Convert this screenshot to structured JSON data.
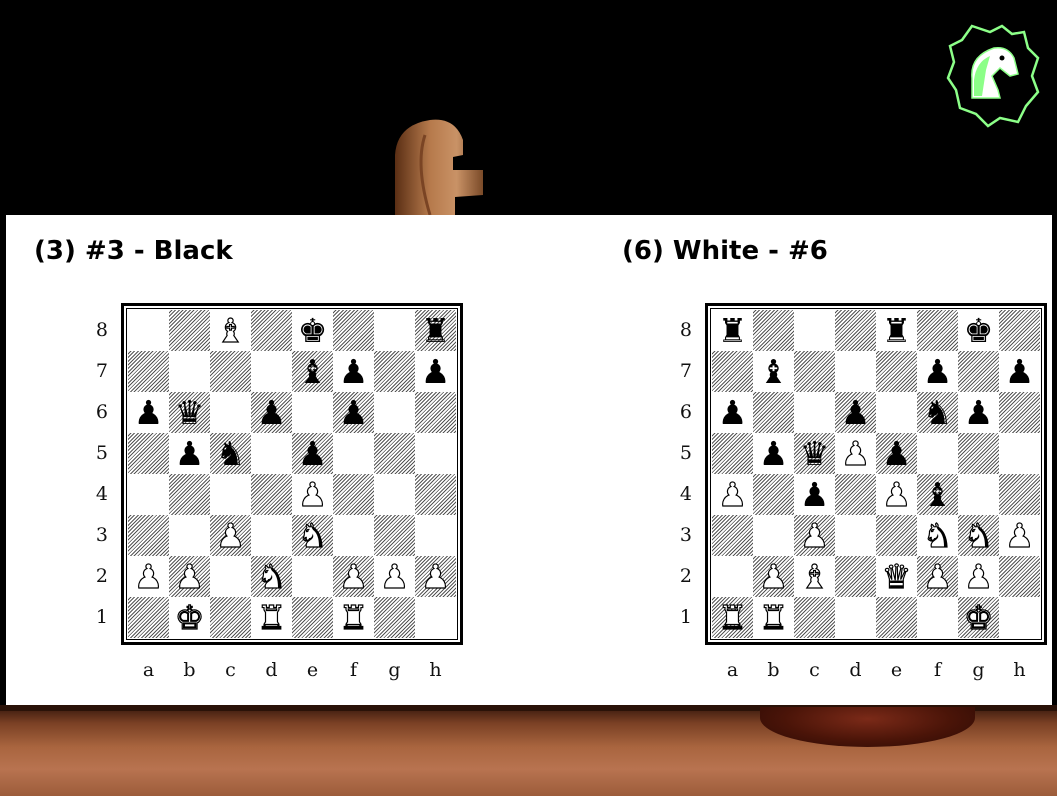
{
  "slide": {
    "left_title": "(3) #3 - Black",
    "right_title": "(6) White - #6"
  },
  "files": [
    "a",
    "b",
    "c",
    "d",
    "e",
    "f",
    "g",
    "h"
  ],
  "ranks": [
    "8",
    "7",
    "6",
    "5",
    "4",
    "3",
    "2",
    "1"
  ],
  "colors": {
    "panel": "#ffffff",
    "logo_green": "#7dff7a",
    "wood": "#a9653f"
  },
  "boards": [
    {
      "id": "left",
      "pieces": {
        "c8": "wB",
        "e8": "bK",
        "h8": "bR",
        "e7": "bB",
        "f7": "bP",
        "h7": "bP",
        "a6": "bP",
        "b6": "bQ",
        "d6": "bP",
        "f6": "bP",
        "b5": "bP",
        "c5": "bN",
        "e5": "bP",
        "e4": "wP",
        "c3": "wP",
        "e3": "wN",
        "a2": "wP",
        "b2": "wP",
        "d2": "wN",
        "f2": "wP",
        "g2": "wP",
        "h2": "wP",
        "b1": "wK",
        "d1": "wR",
        "f1": "wR"
      }
    },
    {
      "id": "right",
      "pieces": {
        "a8": "bR",
        "e8": "bR",
        "g8": "bK",
        "b7": "bB",
        "f7": "bP",
        "h7": "bP",
        "a6": "bP",
        "d6": "bP",
        "f6": "bN",
        "g6": "bP",
        "b5": "bP",
        "c5": "bQ",
        "d5": "wP",
        "e5": "bP",
        "a4": "wP",
        "c4": "bP",
        "e4": "wP",
        "f4": "bB",
        "c3": "wP",
        "f3": "wN",
        "g3": "wN",
        "h3": "wP",
        "b2": "wP",
        "c2": "wB",
        "e2": "wQ",
        "f2": "wP",
        "g2": "wP",
        "a1": "wR",
        "b1": "wR",
        "g1": "wK"
      }
    }
  ],
  "icons": {
    "logo": "knight-map-logo-icon",
    "background_piece": "wooden-knight-icon"
  }
}
